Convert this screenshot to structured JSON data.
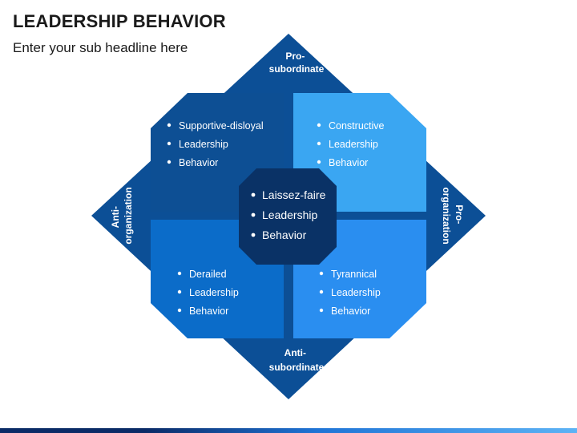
{
  "title": "LEADERSHIP BEHAVIOR",
  "subtitle": "Enter your sub headline here",
  "axes": {
    "top": [
      "Pro-",
      "subordinate"
    ],
    "bottom": [
      "Anti-",
      "subordinate"
    ],
    "left": [
      "Anti-",
      "organization"
    ],
    "right": [
      "Pro-",
      "organization"
    ]
  },
  "quadrants": {
    "top_left": {
      "items": [
        "Supportive-disloyal",
        "Leadership",
        "Behavior"
      ],
      "color": "#0d4f94"
    },
    "top_right": {
      "items": [
        "Constructive",
        "Leadership",
        "Behavior"
      ],
      "color": "#3aa6f2"
    },
    "bottom_left": {
      "items": [
        "Derailed",
        "Leadership",
        "Behavior"
      ],
      "color": "#0b6cc9"
    },
    "bottom_right": {
      "items": [
        "Tyrannical",
        "Leadership",
        "Behavior"
      ],
      "color": "#2a8ef0"
    }
  },
  "center": {
    "items": [
      "Laissez-faire",
      "Leadership",
      "Behavior"
    ],
    "color": "#0a3266"
  },
  "colors": {
    "diamond": "#0c4f96",
    "bullet": "#ffffff"
  }
}
